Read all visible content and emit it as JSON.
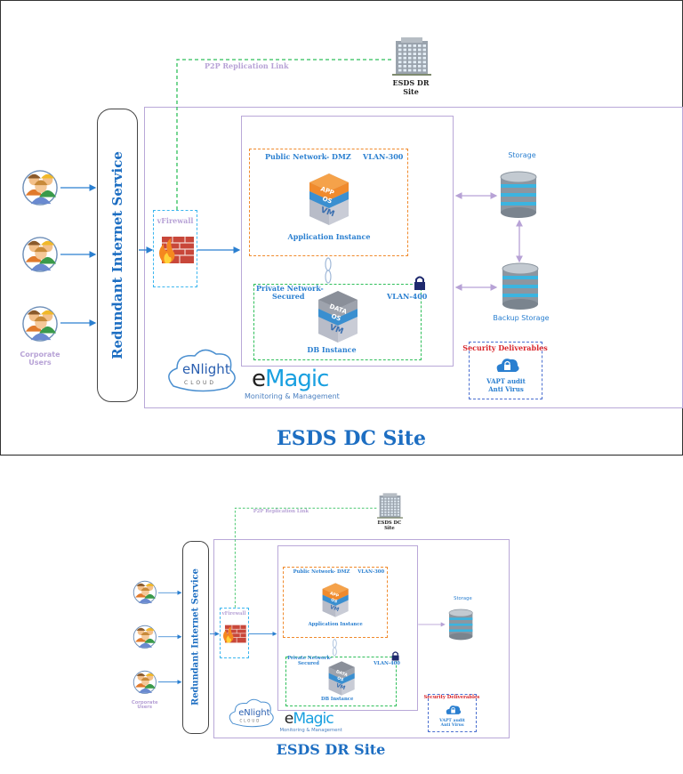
{
  "colors": {
    "accent_blue": "#1d6ec2",
    "label_blue": "#2a7fd0",
    "lavender": "#b7a2d6",
    "dmz_orange": "#f08a2c",
    "private_green": "#2fbf5a",
    "link_green": "#2fbf5a",
    "security_red": "#d9262c",
    "box_border": "#b9a8d8"
  },
  "sites": [
    {
      "title": "ESDS DC Site",
      "users_label": "Corporate Users",
      "internet_service": "Redundant Internet Service",
      "firewall": "vFirewall",
      "replication_link": "P2P Replication Link",
      "remote_site": {
        "line1": "ESDS DR",
        "line2": "Site"
      },
      "public_network": "Public Network- DMZ",
      "public_vlan": "VLAN-300",
      "app_instance": "Application Instance",
      "private_network": {
        "line1": "Private Network-",
        "line2": "Secured"
      },
      "private_vlan": "VLAN-400",
      "db_instance": "DB Instance",
      "storage": "Storage",
      "backup_storage": "Backup Storage",
      "security": {
        "title": "Security Deliverables",
        "line1": "VAPT audit",
        "line2": "Anti Virus"
      },
      "enlight": {
        "name": "eNlight",
        "sub": "CLOUD"
      },
      "emagic": {
        "name": "eMagic",
        "sub": "Monitoring & Management"
      },
      "vm_layers": {
        "app": [
          "APP",
          "OS",
          "VM"
        ],
        "db": [
          "DATA",
          "OS",
          "VM"
        ]
      }
    },
    {
      "title": "ESDS DR Site",
      "users_label": "Corporate Users",
      "internet_service": "Redundant Internet Service",
      "firewall": "vFirewall",
      "replication_link": "P2P Replication Link",
      "remote_site": {
        "line1": "ESDS DC",
        "line2": "Site"
      },
      "public_network": "Public Network- DMZ",
      "public_vlan": "VLAN-300",
      "app_instance": "Application Instance",
      "private_network": {
        "line1": "Private Network-",
        "line2": "Secured"
      },
      "private_vlan": "VLAN-400",
      "db_instance": "DB Instance",
      "storage": "Storage",
      "security": {
        "title": "Security Deliverables",
        "line1": "VAPT audit",
        "line2": "Anti Virus"
      },
      "enlight": {
        "name": "eNlight",
        "sub": "CLOUD"
      },
      "emagic": {
        "name": "eMagic",
        "sub": "Monitoring & Management"
      },
      "vm_layers": {
        "app": [
          "APP",
          "OS",
          "VM"
        ],
        "db": [
          "DATA",
          "OS",
          "VM"
        ]
      }
    }
  ]
}
